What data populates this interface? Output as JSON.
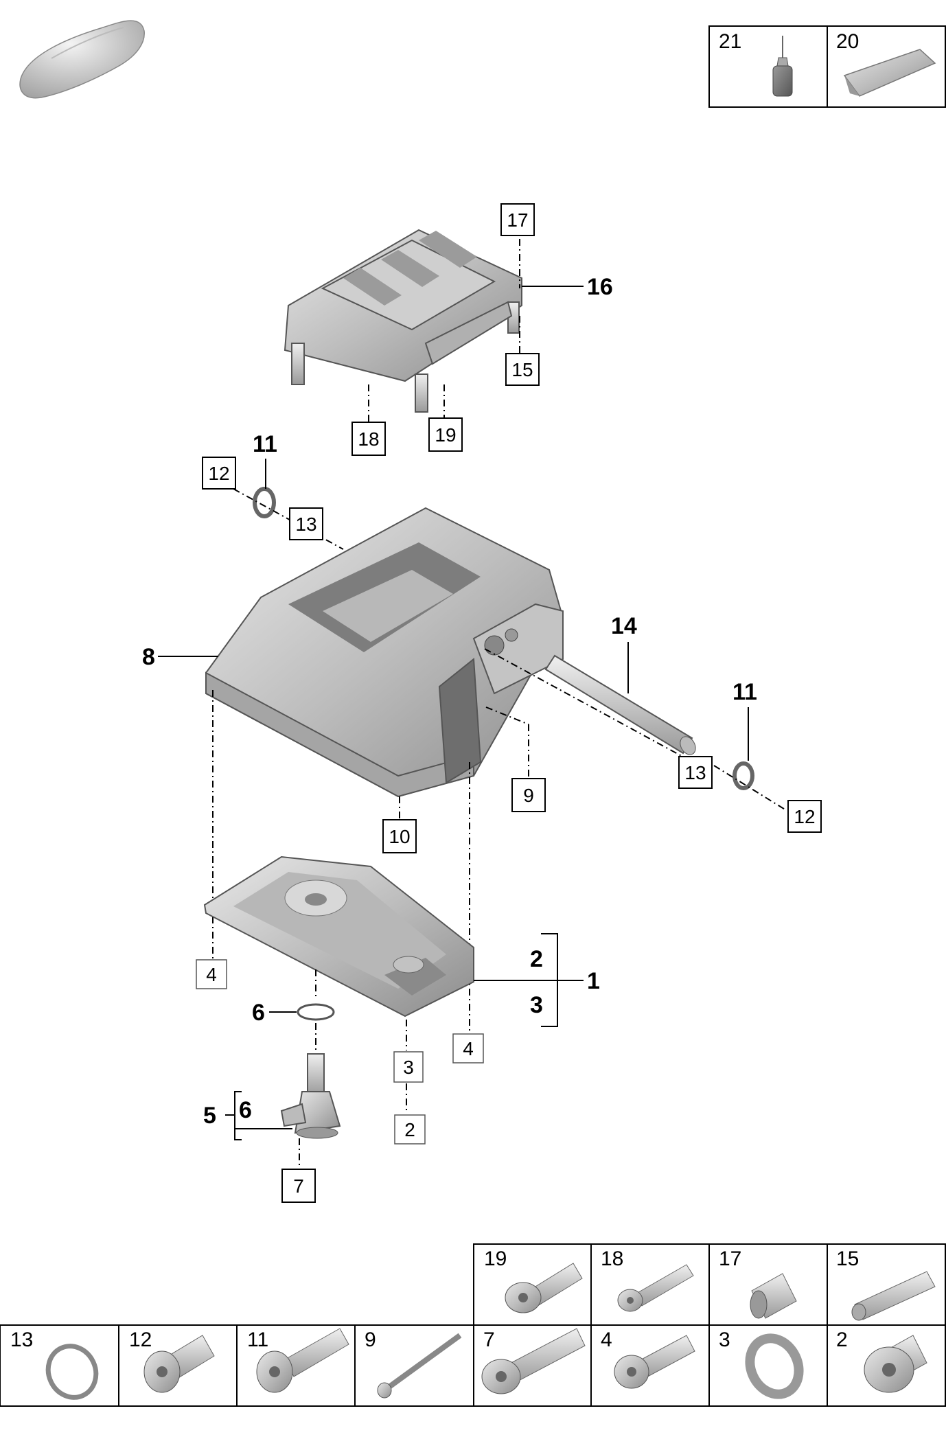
{
  "top_legend": [
    {
      "number": "21",
      "icon": "oil-bottle-icon"
    },
    {
      "number": "20",
      "icon": "sealant-tube-icon"
    }
  ],
  "callouts": {
    "boxed": [
      {
        "id": "c17",
        "text": "17"
      },
      {
        "id": "c15",
        "text": "15"
      },
      {
        "id": "c18",
        "text": "18"
      },
      {
        "id": "c19",
        "text": "19"
      },
      {
        "id": "c12a",
        "text": "12"
      },
      {
        "id": "c13a",
        "text": "13"
      },
      {
        "id": "c13b",
        "text": "13"
      },
      {
        "id": "c12b",
        "text": "12"
      },
      {
        "id": "c9",
        "text": "9"
      },
      {
        "id": "c10",
        "text": "10"
      },
      {
        "id": "c4a",
        "text": "4"
      },
      {
        "id": "c4b",
        "text": "4"
      },
      {
        "id": "c3",
        "text": "3"
      },
      {
        "id": "c2",
        "text": "2"
      },
      {
        "id": "c7",
        "text": "7"
      }
    ],
    "bold": [
      {
        "id": "b16",
        "text": "16"
      },
      {
        "id": "b11a",
        "text": "11"
      },
      {
        "id": "b11b",
        "text": "11"
      },
      {
        "id": "b14",
        "text": "14"
      },
      {
        "id": "b8",
        "text": "8"
      },
      {
        "id": "b2",
        "text": "2"
      },
      {
        "id": "b3",
        "text": "3"
      },
      {
        "id": "b1",
        "text": "1"
      },
      {
        "id": "b6a",
        "text": "6"
      },
      {
        "id": "b5",
        "text": "5"
      },
      {
        "id": "b6b",
        "text": "6"
      }
    ]
  },
  "bottom_legend_row1": [
    {
      "number": "19",
      "icon": "bolt-collar-icon"
    },
    {
      "number": "18",
      "icon": "bolt-small-icon"
    },
    {
      "number": "17",
      "icon": "sleeve-icon"
    },
    {
      "number": "15",
      "icon": "pin-icon"
    }
  ],
  "bottom_legend_row2": [
    {
      "number": "13",
      "icon": "o-ring-icon"
    },
    {
      "number": "12",
      "icon": "plug-bolt-icon"
    },
    {
      "number": "11",
      "icon": "flange-bolt-icon"
    },
    {
      "number": "9",
      "icon": "long-bolt-icon"
    },
    {
      "number": "7",
      "icon": "large-bolt-icon"
    },
    {
      "number": "4",
      "icon": "bolt-icon"
    },
    {
      "number": "3",
      "icon": "washer-icon"
    },
    {
      "number": "2",
      "icon": "drain-plug-icon"
    }
  ]
}
